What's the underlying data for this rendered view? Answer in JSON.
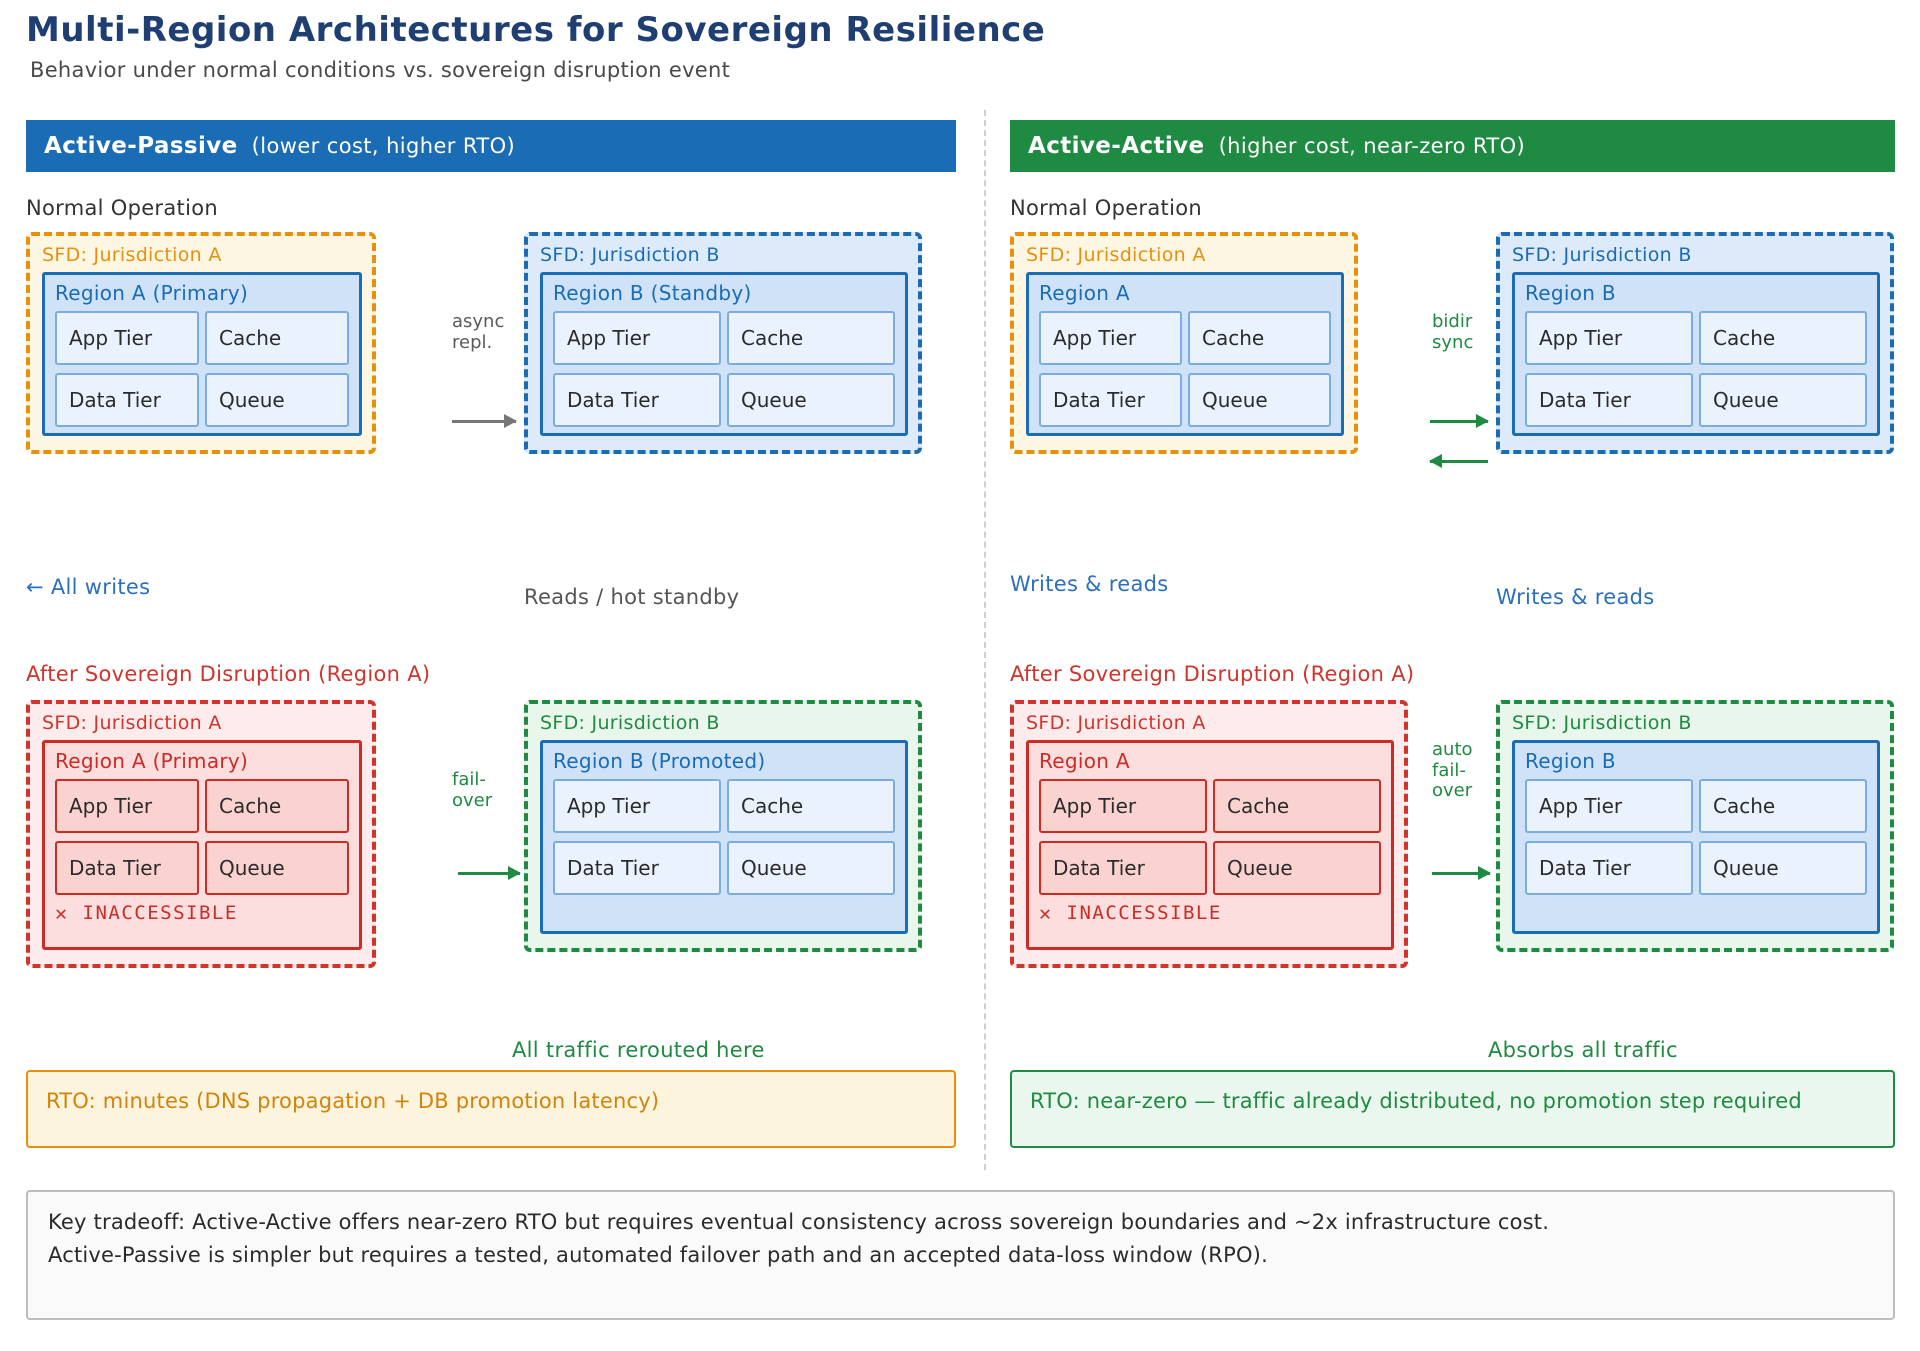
{
  "header": {
    "title": "Multi-Region Architectures for Sovereign Resilience",
    "subtitle": "Behavior under normal conditions vs. sovereign disruption event"
  },
  "colors": {
    "active_passive": "#1a6cb5",
    "active_active": "#1f8a41",
    "jurisdiction_a": "#e8900c",
    "jurisdiction_b": "#1a6cb5",
    "disrupted": "#d0342c",
    "promoted": "#1f8a41"
  },
  "tier_labels": {
    "app": "App Tier",
    "cache": "Cache",
    "data": "Data Tier",
    "queue": "Queue"
  },
  "panels": {
    "active_passive": {
      "banner_title": "Active-Passive",
      "banner_note": "(lower cost, higher RTO)",
      "normal": {
        "caption": "Normal Operation",
        "left_sfd": "SFD: Jurisdiction A",
        "left_region": "Region A (Primary)",
        "right_sfd": "SFD: Jurisdiction B",
        "right_region": "Region B (Standby)",
        "connector_line1": "async",
        "connector_line2": "repl.",
        "left_annotation": "← All writes",
        "right_annotation": "Reads / hot standby"
      },
      "disrupted": {
        "caption": "After Sovereign Disruption (Region A)",
        "left_sfd": "SFD: Jurisdiction A",
        "left_region": "Region A (Primary)",
        "left_status": "INACCESSIBLE",
        "left_status_mark": "✕",
        "right_sfd": "SFD: Jurisdiction B",
        "right_region": "Region B (Promoted)",
        "connector_line1": "fail-",
        "connector_line2": "over",
        "right_annotation": "All traffic rerouted here"
      },
      "rto": "RTO: minutes (DNS propagation + DB promotion latency)"
    },
    "active_active": {
      "banner_title": "Active-Active",
      "banner_note": "(higher cost, near-zero RTO)",
      "normal": {
        "caption": "Normal Operation",
        "left_sfd": "SFD: Jurisdiction A",
        "left_region": "Region A",
        "right_sfd": "SFD: Jurisdiction B",
        "right_region": "Region B",
        "connector_line1": "bidir",
        "connector_line2": "sync",
        "left_annotation": "Writes & reads",
        "right_annotation": "Writes & reads"
      },
      "disrupted": {
        "caption": "After Sovereign Disruption (Region A)",
        "left_sfd": "SFD: Jurisdiction A",
        "left_region": "Region A",
        "left_status": "INACCESSIBLE",
        "left_status_mark": "✕",
        "right_sfd": "SFD: Jurisdiction B",
        "right_region": "Region B",
        "connector_line1": "auto",
        "connector_line2": "fail-",
        "connector_line3": "over",
        "right_annotation": "Absorbs all traffic"
      },
      "rto": "RTO: near-zero — traffic already distributed, no promotion step required"
    }
  },
  "key_tradeoff": {
    "line1": "Key tradeoff: Active-Active offers near-zero RTO but requires eventual consistency across sovereign boundaries and ~2x infrastructure cost.",
    "line2": "Active-Passive is simpler but requires a tested, automated failover path and an accepted data-loss window (RPO)."
  }
}
